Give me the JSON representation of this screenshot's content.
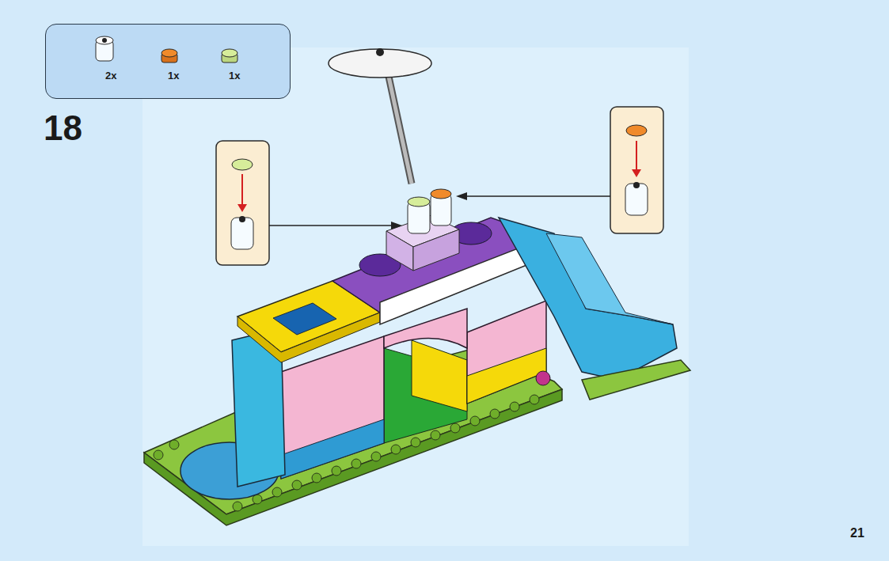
{
  "diagram": {
    "nodes": [
      {
        "text": [
          "2x",
          "1x",
          "1x"
        ]
      }
    ],
    "labels": [
      "18",
      "21"
    ]
  }
}
